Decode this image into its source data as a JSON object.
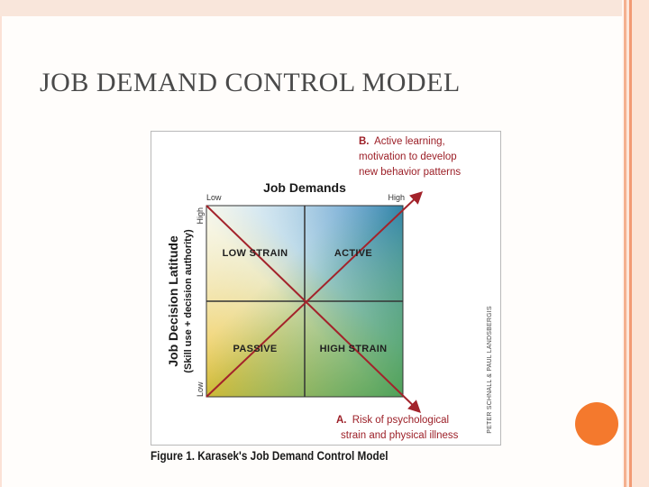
{
  "slide": {
    "title": "JOB DEMAND CONTROL MODEL"
  },
  "figure": {
    "caption": "Figure 1. Karasek's Job Demand Control Model",
    "credit": "PETER SCHNALL & PAUL LANDSBERGIS",
    "x_axis": {
      "title": "Job Demands",
      "low_label": "Low",
      "high_label": "High"
    },
    "y_axis": {
      "title": "Job Decision Latitude",
      "subtitle": "(Skill use + decision authority)",
      "low_label": "Low",
      "high_label": "High"
    },
    "quadrants": {
      "top_left": "LOW STRAIN",
      "top_right": "ACTIVE",
      "bottom_left": "PASSIVE",
      "bottom_right": "HIGH STRAIN"
    },
    "annotation_b": {
      "letter": "B.",
      "line1": "Active learning,",
      "line2": "motivation to develop",
      "line3": "new behavior patterns"
    },
    "annotation_a": {
      "letter": "A.",
      "line1": "Risk of psychological",
      "line2": "strain and physical illness"
    },
    "colors": {
      "yellow": "#f2c12e",
      "blue": "#2f7fc0",
      "green": "#3f9a4e",
      "arrow": "#a3232b",
      "annotation_text": "#9c1f27"
    }
  }
}
